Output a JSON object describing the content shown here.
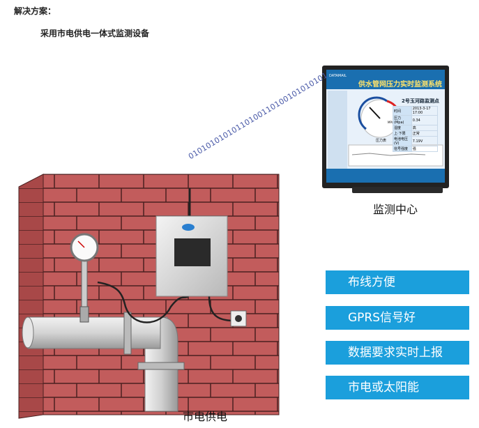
{
  "heading": "解决方案：",
  "subheading": "采用市电供电一体式监测设备",
  "binary_stream": "01010101010110100110100101010101",
  "monitor": {
    "label": "监测中心",
    "screen": {
      "brand": "DATAMAIL",
      "title": "供水管网压力实时监测系统",
      "point_name": "2号玉河路监测点",
      "gauge_label": "压力表",
      "gauge_unit": "MPa",
      "rows": [
        {
          "key": "时间",
          "value": "2013-3-17 17:00"
        },
        {
          "key": "压力(Mpa)",
          "value": "0.34"
        },
        {
          "key": "湿度",
          "value": "高"
        },
        {
          "key": "上·下限",
          "value": "正常"
        },
        {
          "key": "电池电压(V)",
          "value": "7.19V"
        },
        {
          "key": "信号强度",
          "value": "强"
        }
      ]
    }
  },
  "power_label": "市电供电",
  "features": [
    "布线方便",
    "GPRS信号好",
    "数据要求实时上报",
    "市电或太阳能"
  ],
  "colors": {
    "feature_bg": "#1b9fdc",
    "brick": "#c0595a",
    "mortar": "#5a2a2a",
    "binary": "#4a5aa8"
  }
}
